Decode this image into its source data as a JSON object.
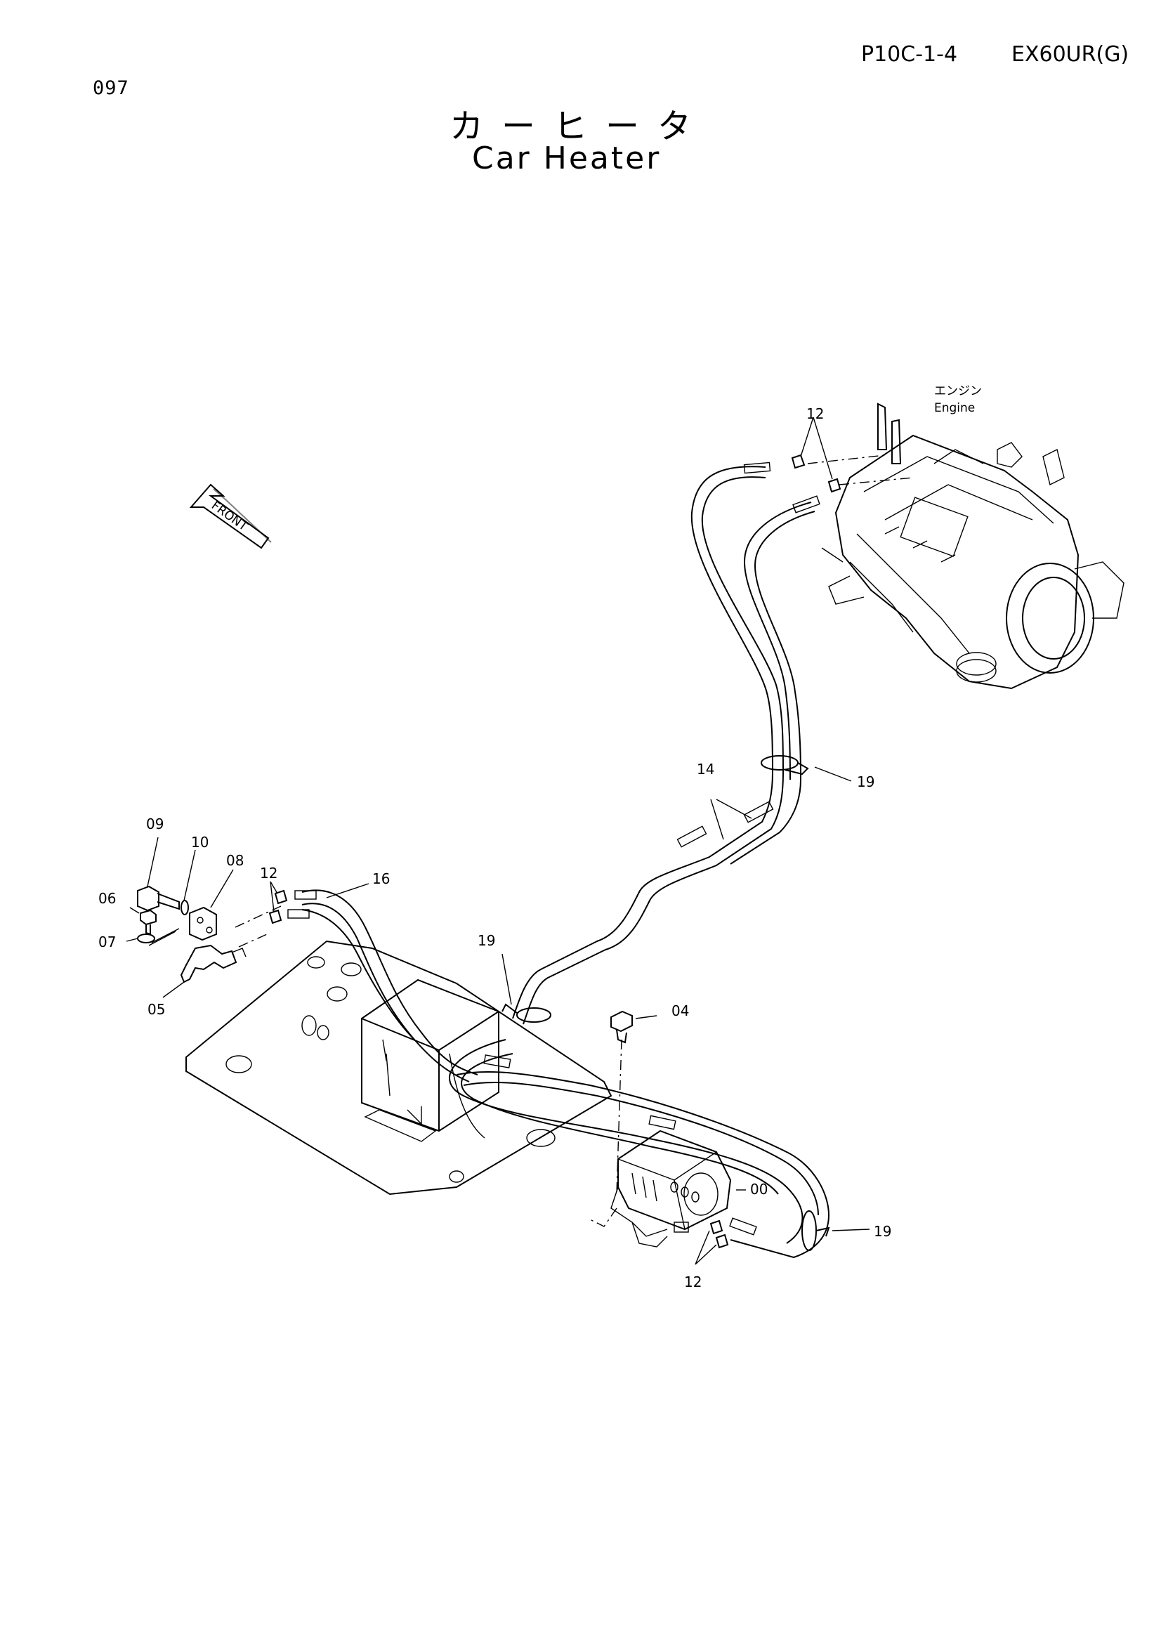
{
  "header": {
    "page_number": "097",
    "ref_code": "P10C-1-4",
    "model": "EX60UR(G)",
    "title_jp": "カーヒータ",
    "title_en": "Car Heater"
  },
  "diagram": {
    "front_label": "FRONT",
    "engine_label_jp": "エンジン",
    "engine_label_en": "Engine",
    "part_labels": {
      "p00": "00",
      "p04": "04",
      "p05": "05",
      "p06": "06",
      "p07": "07",
      "p08": "08",
      "p09": "09",
      "p10": "10",
      "p12_engine": "12",
      "p12_left": "12",
      "p12_heater": "12",
      "p14": "14",
      "p16": "16",
      "p19_upper": "19",
      "p19_middle": "19",
      "p19_lower": "19"
    }
  }
}
